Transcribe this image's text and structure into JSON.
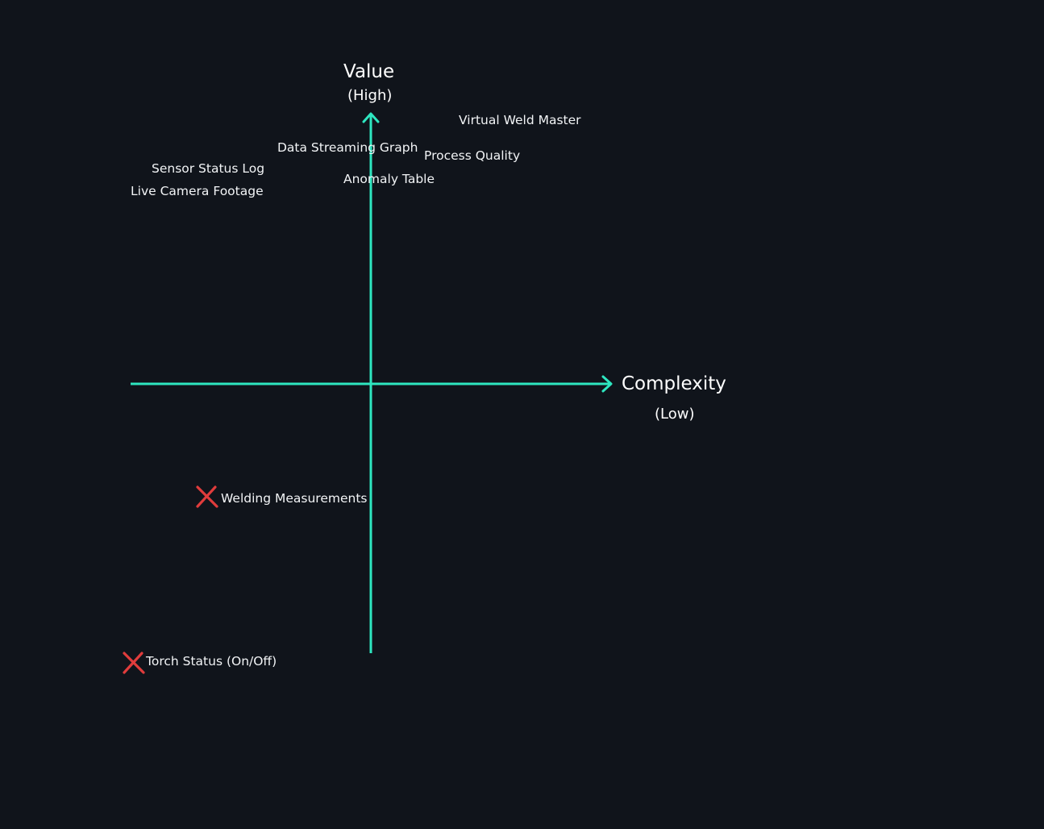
{
  "colors": {
    "background": "#10141b",
    "axis": "#2ee6c0",
    "text": "#ffffff",
    "reject_mark": "#e03c3c"
  },
  "axes": {
    "y_title": "Value",
    "y_sub": "(High)",
    "x_title": "Complexity",
    "x_sub": "(Low)"
  },
  "items": {
    "virtual_weld_master": "Virtual Weld Master",
    "data_streaming_graph": "Data Streaming Graph",
    "process_quality": "Process Quality",
    "sensor_status_log": "Sensor Status Log",
    "anomaly_table": "Anomaly Table",
    "live_camera_footage": "Live Camera Footage",
    "welding_measurements": "Welding Measurements",
    "torch_status": "Torch Status (On/Off)"
  },
  "rejected_items": [
    "welding_measurements",
    "torch_status"
  ],
  "icons": {
    "reject": "x-mark-icon"
  }
}
